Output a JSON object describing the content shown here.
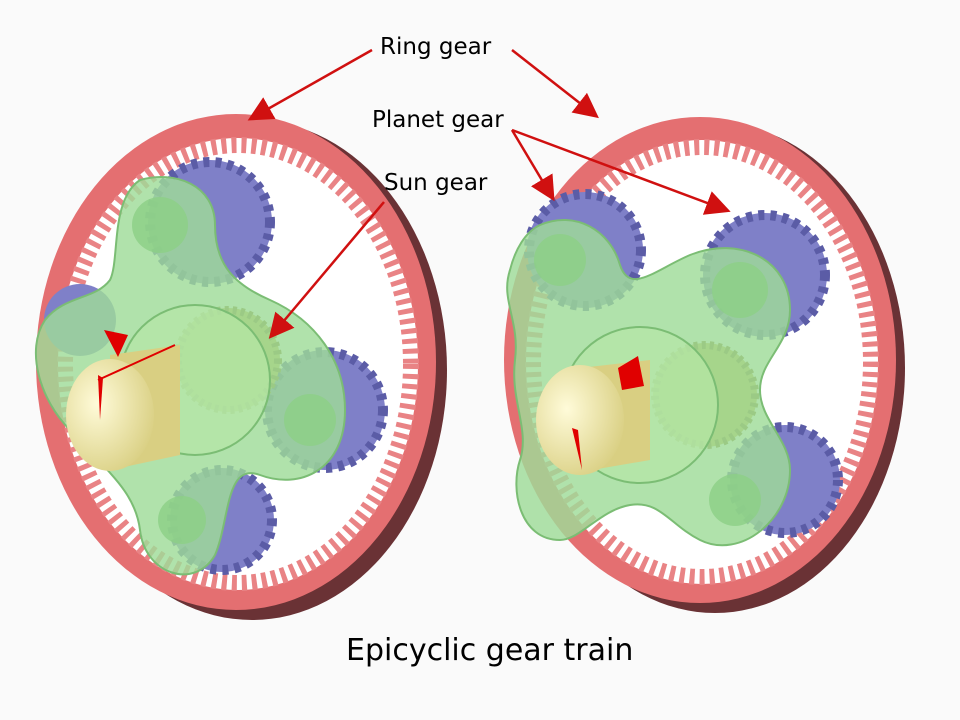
{
  "labels": {
    "ring_gear": "Ring gear",
    "planet_gear": "Planet gear",
    "sun_gear": "Sun gear"
  },
  "caption": "Epicyclic gear train",
  "colors": {
    "background": "#fafafa",
    "ring_gear": "#e46f71",
    "ring_gear_dark": "#6a3235",
    "planet_gear": "#7f80c8",
    "carrier": "#9fdc98",
    "sun_gear": "#c9b44e",
    "shaft": "#f0e8a8",
    "marker": "#e00000",
    "arrow": "#d01010"
  }
}
